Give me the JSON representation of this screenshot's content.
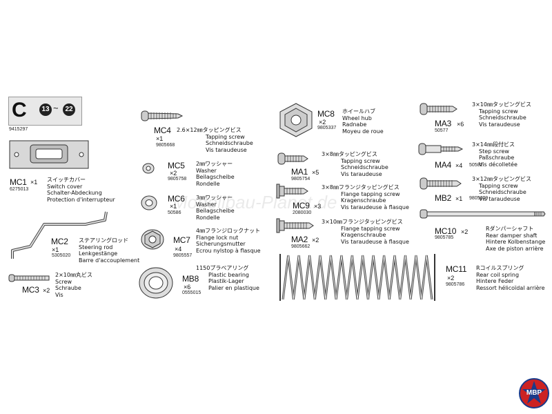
{
  "header": {
    "letter": "C",
    "step_from": "13",
    "tilde": "~",
    "step_to": "22",
    "code": "9415297"
  },
  "watermark": "Modellbau-Planet.de",
  "logo": {
    "text": "MBP"
  },
  "parts": {
    "MC1": {
      "code": "MC1",
      "qty": "×1",
      "pn": "6275013",
      "desc": [
        "スイッチカバー",
        "Switch cover",
        "Schalter-Abdeckung",
        "Protection d'interrupteur"
      ]
    },
    "MC2": {
      "code": "MC2",
      "qty": "×1",
      "pn": "5305020",
      "desc": [
        "ステアリングロッド",
        "Steering rod",
        "Lenkgestänge",
        "Barre d'accouplement"
      ]
    },
    "MC3": {
      "code": "MC3",
      "qty": "×2",
      "desc": [
        "2×10㎜丸ビス",
        "Screw",
        "Schraube",
        "Vis"
      ]
    },
    "MC4": {
      "code": "MC4",
      "qty": "×1",
      "pn": "9805668",
      "desc": [
        "2.6×12㎜タッピングビス",
        "Tapping screw",
        "Schneidschraube",
        "Vis taraudeuse"
      ]
    },
    "MC5": {
      "code": "MC5",
      "qty": "×2",
      "pn": "9805758",
      "desc": [
        "2㎜ワッシャー",
        "Washer",
        "Beilagscheibe",
        "Rondelle"
      ]
    },
    "MC6": {
      "code": "MC6",
      "qty": "×1",
      "pn": "50586",
      "desc": [
        "3㎜ワッシャー",
        "Washer",
        "Beilagscheibe",
        "Rondelle"
      ]
    },
    "MC7": {
      "code": "MC7",
      "qty": "×4",
      "pn": "9805557",
      "desc": [
        "4㎜フランジロックナット",
        "Flange lock nut",
        "Sicherungsmutter",
        "Ecrou nylstop à flasque"
      ]
    },
    "MB8": {
      "code": "MB8",
      "qty": "×6",
      "pn": "0555015",
      "desc": [
        "1150プラベアリング",
        "Plastic bearing",
        "Plastik-Lager",
        "Palier en plastique"
      ]
    },
    "MC8": {
      "code": "MC8",
      "qty": "×2",
      "pn": "9805337",
      "desc": [
        "ホイールハブ",
        "Wheel hub",
        "Radnabe",
        "Moyeu de roue"
      ]
    },
    "MA1": {
      "code": "MA1",
      "qty": "×5",
      "pn": "9805754",
      "desc": [
        "3×8㎜タッピングビス",
        "Tapping screw",
        "Schneidschraube",
        "Vis taraudeuse"
      ]
    },
    "MC9": {
      "code": "MC9",
      "qty": "×3",
      "pn": "2080030",
      "desc": [
        "3×8㎜フランジタッピングビス",
        "Flange tapping screw",
        "Kragenschraube",
        "Vis taraudeuse à flasque"
      ]
    },
    "MA2": {
      "code": "MA2",
      "qty": "×2",
      "pn": "9805662",
      "desc": [
        "3×10㎜フランジタッピングビス",
        "Flange tapping screw",
        "Kragenschraube",
        "Vis taraudeuse à flasque"
      ]
    },
    "MC11": {
      "code": "MC11",
      "qty": "×2",
      "pn": "9805786",
      "desc": [
        "Rコイルスプリング",
        "Rear coil spring",
        "Hintere Feder",
        "Ressort hélicoïdal arrière"
      ]
    },
    "MA3": {
      "code": "MA3",
      "qty": "×6",
      "pn": "50577",
      "desc": [
        "3×10㎜タッピングビス",
        "Tapping screw",
        "Schneidschraube",
        "Vis taraudeuse"
      ]
    },
    "MA4": {
      "code": "MA4",
      "qty": "×4",
      "pn": "50582",
      "desc": [
        "3×14㎜段付ビス",
        "Step screw",
        "Paßschraube",
        "Vis décolletée"
      ]
    },
    "MB2": {
      "code": "MB2",
      "qty": "×1",
      "pn": "9805629",
      "desc": [
        "3×12㎜タッピングビス",
        "Tapping screw",
        "Schneidschraube",
        "Vis taraudeuse"
      ]
    },
    "MC10": {
      "code": "MC10",
      "qty": "×2",
      "pn": "9805785",
      "desc": [
        "Rダンパーシャフト",
        "Rear damper shaft",
        "Hintere Kolbenstange",
        "Axe de piston arrière"
      ]
    }
  }
}
